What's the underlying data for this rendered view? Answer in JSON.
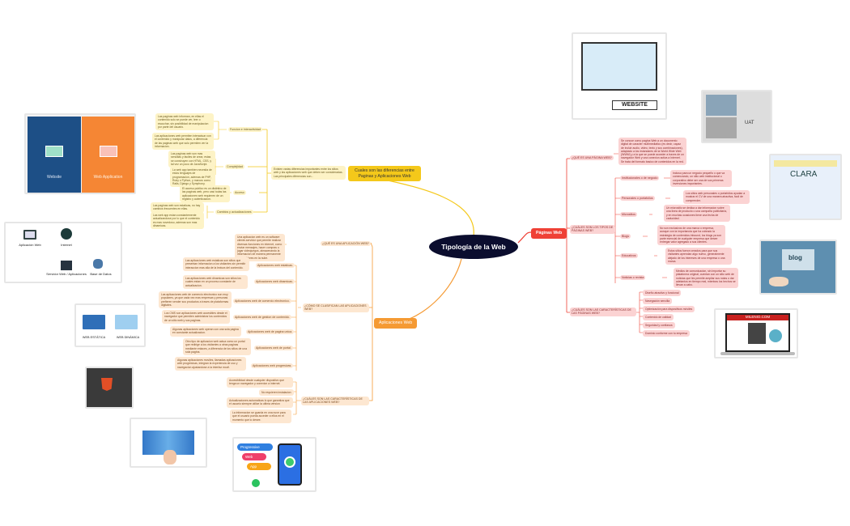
{
  "root": {
    "title": "Tipología de la Web"
  },
  "branches": {
    "differences": {
      "title": "Cuales son las diferencias entre Paginas y Aplicaciones Web",
      "intro": "Existen varias diferencias importantes entre los sitios web y las aplicaciones web que deben ser consideradas. Las principales diferencias son...",
      "items": [
        {
          "label": "Funcion e interactividad",
          "notes": [
            "Las paginas web informan, en ellas el contenido solo se puede ver, leer o escuchar, sin posibilidad de manipulacion por parte del usuario.",
            "Las aplicaciones web permiten interactuar con el contenido y manipular datos, a diferencia de las paginas web que solo permiten ver la informacion."
          ]
        },
        {
          "label": "Complejidad",
          "notes": [
            "Las paginas web son mas sencillas y faciles de crear, estas se construyen con HTML, CSS, y tal vez un poco de JavaScript.",
            "La web app tambien necesita de estos lenguajes de programacion, ademas de PHP, Ruby o Python, y marcos como Rails, Django y Symphony."
          ]
        },
        {
          "label": "Acceso",
          "notes": [
            "El acceso publico es un distintivo de las paginas web, pero casi todas las aplicaciones web requieren de un registro y autenticacion."
          ]
        },
        {
          "label": "Cambios y actualizaciones",
          "notes": [
            "Las paginas web son estaticas, no hay cambios frecuentes en ellas.",
            "Las web app estan constantemente actualizandose por lo que el contenido es mas novedoso, ademas son mas dinamicas."
          ]
        }
      ]
    },
    "apps": {
      "title": "Aplicaciones Web",
      "what": {
        "label": "¿QUÉ ES UNA APLICACIÓN WEB?",
        "note": "Una aplicacion web es un software cliente-servidor que permite realizar diversas funciones en internet, como enviar mensajes, hacer compras o jugar videojuegos, almacenando la informacion de manera permanente en servidores en la nube."
      },
      "classify": {
        "label": "¿CÓMO SE CLASIFICAN LAS APLICACIONES WEB?",
        "items": [
          {
            "label": "Aplicaciones web estaticas.",
            "note": "Las aplicaciones web estaticas son sitios que presentan informacion a los visitantes sin permitir interaccion mas alla de la lectura del contenido."
          },
          {
            "label": "Aplicaciones web dinamicas.",
            "note": "Las aplicaciones web dinamicas son sitios los cuales estan en un proceso constante de actualizacion."
          },
          {
            "label": "Aplicaciones web de comercio electronico.",
            "note": "Las aplicaciones web de comercio electronico son muy populares, ya que cada vez mas empresas y personas prefieren vender sus productos a traves de plataformas digitales."
          },
          {
            "label": "Aplicaciones web de gestion de contenido.",
            "note": "Los CMS son aplicaciones web accesibles desde el navegador que permiten administrar los contenidos de un sitio web y sus paginas."
          },
          {
            "label": "Aplicaciones web de pagina unica.",
            "note": "Algunas aplicaciones web operan con una sola pagina en constante actualizacion."
          },
          {
            "label": "Aplicaciones web de portal.",
            "note": "Otro tipo de aplicacion web actua como un portal que redirige a los visitantes a otras paginas mediante enlaces, a diferencia de los sitios de una sola pagina."
          },
          {
            "label": "Aplicaciones web progresivas.",
            "note": "Algunas aplicaciones moviles, llamadas aplicaciones web progresivas, integran la experiencia de uso y navegacion ajustandose a la interfaz movil."
          }
        ]
      },
      "features": {
        "label": "¿CUÁLES SON LAS CARACTERÍSTICAS DE LAS APLICACIONES WEB?",
        "items": [
          "Accesibilidad desde cualquier dispositivo que tenga un navegador y conexion a internet.",
          "No requieren instalacion",
          "Actualizaciones automaticas lo que garantiza que el usuario siempre utilice la ultima version",
          "La informacion se guarda en una nuve para que el usuario pueda acceder a ellos en el momento que lo desee."
        ]
      }
    },
    "pages": {
      "title": "Páginas Web",
      "what": {
        "label": "¿QUÉ ES UNA PÁGINA WEB?",
        "note": "Se conoce como pagina Web a un documento digital de caracter multimediatico (es decir, capaz de incluir audio, video, texto y sus combinaciones), adaptado a los estandares de la World Wide Web (WWW) y a la que se puede acceder a traves de un navegador Web y una conexion activa a Internet. Se trata del formato basico de contenidos en la red."
      },
      "types": {
        "label": "¿CUÁLES SON LOS TIPOS DE PÁGINAS WEB?",
        "items": [
          {
            "label": "Institucionales o de negocio",
            "note": "Incluso para un negocio pequeño o que va comenzando, un sitio web institucional o corporativo debe ser una de sus primeras inversiones importantes."
          },
          {
            "label": "Personales o portafolios",
            "note": "Los sitios web personales o portafolios ayudan a mostrar el CV de una manera atractiva, facil de comprender."
          },
          {
            "label": "Micrositios",
            "note": "Un micrositio se dedica a dar informacion sobre una linea de producto o una campaña publicitaria, y en muchas ocasiones tiene una fecha de caducidad."
          },
          {
            "label": "Blogs",
            "note": "No son exclusivos de una marca o empresa, aunque con la importancia que ha cobrado la estrategia de contenidos inbound, los blogs ya son parte esencial de cualquier empresa que desee entregar valor agregado a sus clientes."
          },
          {
            "label": "Educativos",
            "note": "Estos sitios fueron creados para que sus visitantes aprendan algo nuevo, generalmente alejado de los intereses de una empresa o una marca."
          },
          {
            "label": "Noticias o revista",
            "note": "Medios de comunicacion, sin importar su plataforma original, cuentan con un sitio web de noticias que les permite ampliar sus notas o dar adelantos en tiempo real, mientras los hechos se llevan a cabo."
          }
        ]
      },
      "features": {
        "label": "¿CUÁLES SON LAS CARACTERÍSTICAS DE LAS PÁGINAS WEB?",
        "items": [
          "Diseño atractivo y funcional",
          "Navegación sencilla",
          "Optimización para dispositivos móviles",
          "Contenido de calidad",
          "Seguridad y confianza",
          "Dominio conforme con tu empresa"
        ]
      }
    }
  },
  "images": {
    "website_vs_app": {
      "left": "Website",
      "right": "Web Application"
    },
    "architecture": {
      "app": "Aplicación Web",
      "internet": "Internet",
      "server": "Servidor Web / Aplicaciones",
      "db": "Base de Datos"
    },
    "static_dynamic": {
      "left": "WEB ESTÁTICA",
      "right": "WEB DINÁMICA"
    },
    "pwa": {
      "p": "Progressive",
      "w": "Web",
      "a": "App"
    },
    "website_banner": "WEBSITE",
    "uat": "UAT",
    "clara": "CLARA",
    "blog": "blog",
    "milenio": "MILENIO.COM"
  },
  "colors": {
    "root": "#0b0d2e",
    "yellow": "#f4c81a",
    "orange": "#f59a33",
    "red": "#ef4136"
  }
}
